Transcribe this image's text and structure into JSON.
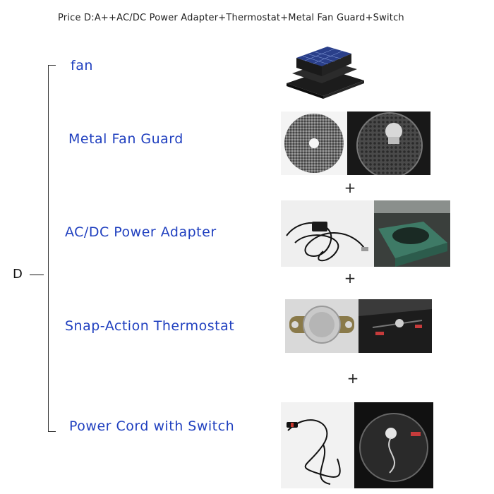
{
  "title": "Price D:A++AC/DC Power Adapter+Thermostat+Metal Fan Guard+Switch",
  "group_label": "D",
  "items": [
    {
      "label": "fan"
    },
    {
      "label": "Metal Fan Guard"
    },
    {
      "label": "AC/DC Power Adapter"
    },
    {
      "label": "Snap-Action Thermostat"
    },
    {
      "label": "Power Cord with Switch"
    }
  ],
  "plus_sign": "+",
  "colors": {
    "label": "#1f3fbf",
    "text": "#222222"
  }
}
